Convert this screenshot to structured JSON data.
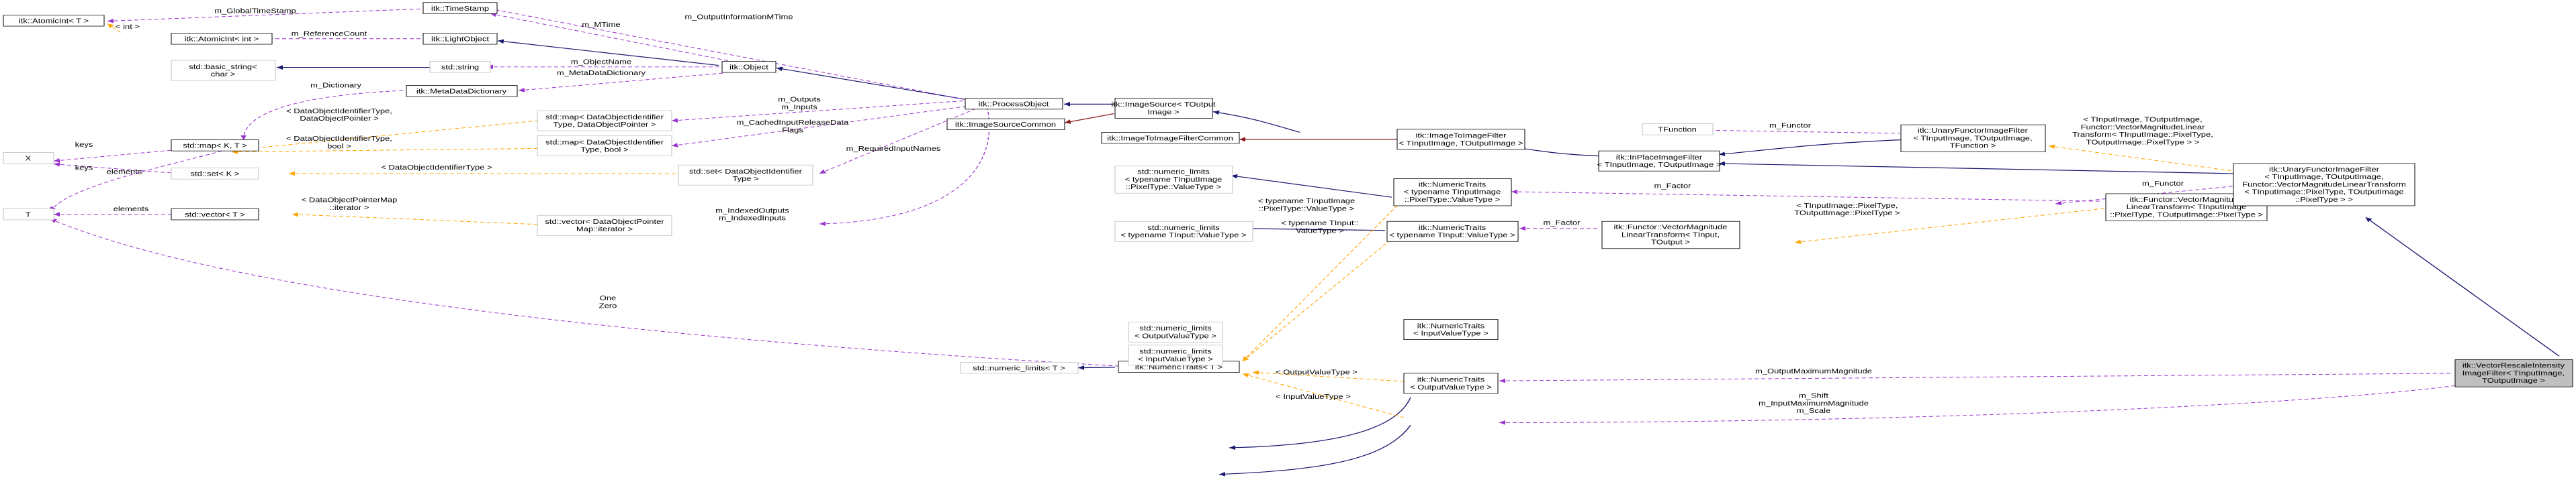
{
  "nodes": {
    "atomicint_t": "itk::AtomicInt< T >",
    "timestamp": "itk::TimeStamp",
    "atomicint_int": "itk::AtomicInt< int >",
    "lightobject": "itk::LightObject",
    "basic_string": [
      "std::basic_string<",
      "char >"
    ],
    "std_string": "std::string",
    "object": "itk::Object",
    "metadatadictionary": "itk::MetaDataDictionary",
    "processobject": "itk::ProcessObject",
    "imagesource": [
      "itk::ImageSource< TOutput",
      "Image >"
    ],
    "imagesourcecommon": "itk::ImageSourceCommon",
    "map_dataobjid_ptr": [
      "std::map< DataObjectIdentifier",
      "Type, DataObjectPointer >"
    ],
    "map_kt": "std::map< K, T >",
    "x": "X",
    "map_dataobjid_bool": [
      "std::map< DataObjectIdentifier",
      "Type, bool >"
    ],
    "set_k": "std::set< K >",
    "set_dataobjid": [
      "std::set< DataObjectIdentifier",
      "Type >"
    ],
    "t": "T",
    "vector_t": "std::vector< T >",
    "vector_dataobjptr": [
      "std::vector< DataObjectPointer",
      "Map::iterator >"
    ],
    "imagetoimagefiltercommon": "itk::ImageToImageFilterCommon",
    "imagetoimagefilter": [
      "itk::ImageToImageFilter",
      "< TInputImage, TOutputImage >"
    ],
    "inplaceimagefilter": [
      "itk::InPlaceImageFilter",
      "< TInputImage, TOutputImage >"
    ],
    "tfunction": "TFunction",
    "unaryfunctor_generic": [
      "itk::UnaryFunctorImageFilter",
      "< TInputImage, TOutputImage,",
      "TFunction >"
    ],
    "unaryfunctor_specialized": [
      "itk::UnaryFunctorImageFilter",
      "< TInputImage, TOutputImage,",
      "Functor::VectorMagnitudeLinearTransform",
      "< TInputImage::PixelType, TOutputImage",
      "::PixelType > >"
    ],
    "numeric_limits_inputpixel": [
      "std::numeric_limits",
      "< typename TInputImage",
      "::PixelType::ValueType >"
    ],
    "numerictraits_inputpixel": [
      "itk::NumericTraits",
      "< typename TInputImage",
      "::PixelType::ValueType >"
    ],
    "numeric_limits_tinput": [
      "std::numeric_limits",
      "< typename TInput::ValueType >"
    ],
    "numerictraits_tinput": [
      "itk::NumericTraits",
      "< typename TInput::ValueType >"
    ],
    "functor_vml": [
      "itk::Functor::VectorMagnitude",
      "LinearTransform< TInputImage",
      "::PixelType, TOutputImage::PixelType >"
    ],
    "functor_vml_generic": [
      "itk::Functor::VectorMagnitude",
      "LinearTransform< TInput,",
      "TOutput >"
    ],
    "numeric_limits_t": "std::numeric_limits< T >",
    "numerictraits_t": "itk::NumericTraits< T >",
    "numerictraits_output": [
      "itk::NumericTraits",
      "< OutputValueType >"
    ],
    "numeric_limits_output": [
      "std::numeric_limits",
      "< OutputValueType >"
    ],
    "numerictraits_input": [
      "itk::NumericTraits",
      "< InputValueType >"
    ],
    "numeric_limits_input": [
      "std::numeric_limits",
      "< InputValueType >"
    ],
    "vectorrescale": [
      "itk::VectorRescaleIntensity",
      "ImageFilter< TInputImage,",
      "TOutputImage >"
    ]
  },
  "edge_labels": {
    "global_timestamp": "m_GlobalTimeStamp",
    "int_tmpl": "< int >",
    "reference_count": "m_ReferenceCount",
    "output_info_mtime": "m_OutputInformationMTime",
    "mtime": "m_MTime",
    "object_name": "m_ObjectName",
    "metadata_dictionary": "m_MetaDataDictionary",
    "dictionary": "m_Dictionary",
    "outputs_inputs": [
      "m_Outputs",
      "m_Inputs"
    ],
    "map_ptr_tmpl": [
      "< DataObjectIdentifierType,",
      "DataObjectPointer >"
    ],
    "cached_input": [
      "m_CachedInputReleaseData",
      "Flags"
    ],
    "map_bool_tmpl": [
      "< DataObjectIdentifierType,",
      "bool >"
    ],
    "keys1": "keys",
    "keys2": "keys",
    "elements1": "elements",
    "elements2": "elements",
    "set_tmpl": "< DataObjectIdentifierType >",
    "required_input_names": "m_RequiredInputNames",
    "vector_tmpl": [
      "< DataObjectPointerMap",
      "::iterator >"
    ],
    "indexed_outputs": [
      "m_IndexedOutputs",
      "m_IndexedInputs"
    ],
    "one_zero": [
      "One",
      "Zero"
    ],
    "functor1": "m_Functor",
    "unary_tmpl": [
      "< TInputImage, TOutputImage,",
      "Functor::VectorMagnitudeLinear",
      "Transform< TInputImage::PixelType,",
      "TOutputImage::PixelType > >"
    ],
    "factor1": "m_Factor",
    "functor2": "m_Functor",
    "typename_inputpixel_tmpl": [
      "< typename TInputImage",
      "::PixelType::ValueType >"
    ],
    "typename_tinput_tmpl": [
      "< typename TInput::",
      "ValueType >"
    ],
    "factor2": "m_Factor",
    "vml_tmpl": [
      "< TInputImage::PixelType,",
      "TOutputImage::PixelType >"
    ],
    "output_value_type_tmpl": "< OutputValueType >",
    "input_value_type_tmpl": "< InputValueType >",
    "output_max": "m_OutputMaximumMagnitude",
    "shift_scale": [
      "m_Shift",
      "m_InputMaximumMagnitude",
      "m_Scale"
    ]
  },
  "colors": {
    "inheritance": "#191970",
    "usage": "#9a32cd",
    "template": "#ffa500",
    "private_inheritance": "#8b1a1a",
    "focus_fill": "#bfbfbf",
    "external_border": "#bfbfbf"
  }
}
